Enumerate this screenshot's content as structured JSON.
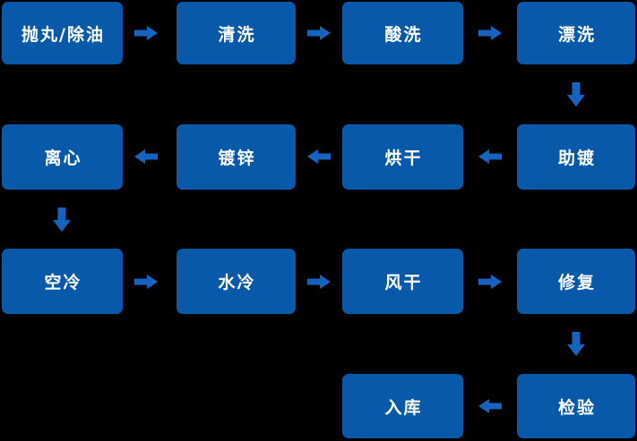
{
  "diagram": {
    "type": "flowchart",
    "colors": {
      "background": "#000000",
      "node_fill": "#0859A9",
      "arrow": "#1565C0",
      "text": "#FFFFFF"
    },
    "nodes": [
      {
        "label": "抛丸/除油"
      },
      {
        "label": "清洗"
      },
      {
        "label": "酸洗"
      },
      {
        "label": "漂洗"
      },
      {
        "label": "助镀"
      },
      {
        "label": "烘干"
      },
      {
        "label": "镀锌"
      },
      {
        "label": "离心"
      },
      {
        "label": "空冷"
      },
      {
        "label": "水冷"
      },
      {
        "label": "风干"
      },
      {
        "label": "修复"
      },
      {
        "label": "检验"
      },
      {
        "label": "入库"
      }
    ],
    "flow_order": [
      "抛丸/除油",
      "清洗",
      "酸洗",
      "漂洗",
      "助镀",
      "烘干",
      "镀锌",
      "离心",
      "空冷",
      "水冷",
      "风干",
      "修复",
      "检验",
      "入库"
    ],
    "edges": [
      {
        "from": "抛丸/除油",
        "to": "清洗",
        "direction": "right"
      },
      {
        "from": "清洗",
        "to": "酸洗",
        "direction": "right"
      },
      {
        "from": "酸洗",
        "to": "漂洗",
        "direction": "right"
      },
      {
        "from": "漂洗",
        "to": "助镀",
        "direction": "down"
      },
      {
        "from": "助镀",
        "to": "烘干",
        "direction": "left"
      },
      {
        "from": "烘干",
        "to": "镀锌",
        "direction": "left"
      },
      {
        "from": "镀锌",
        "to": "离心",
        "direction": "left"
      },
      {
        "from": "离心",
        "to": "空冷",
        "direction": "down"
      },
      {
        "from": "空冷",
        "to": "水冷",
        "direction": "right"
      },
      {
        "from": "水冷",
        "to": "风干",
        "direction": "right"
      },
      {
        "from": "风干",
        "to": "修复",
        "direction": "right"
      },
      {
        "from": "修复",
        "to": "检验",
        "direction": "down"
      },
      {
        "from": "检验",
        "to": "入库",
        "direction": "left"
      }
    ]
  }
}
